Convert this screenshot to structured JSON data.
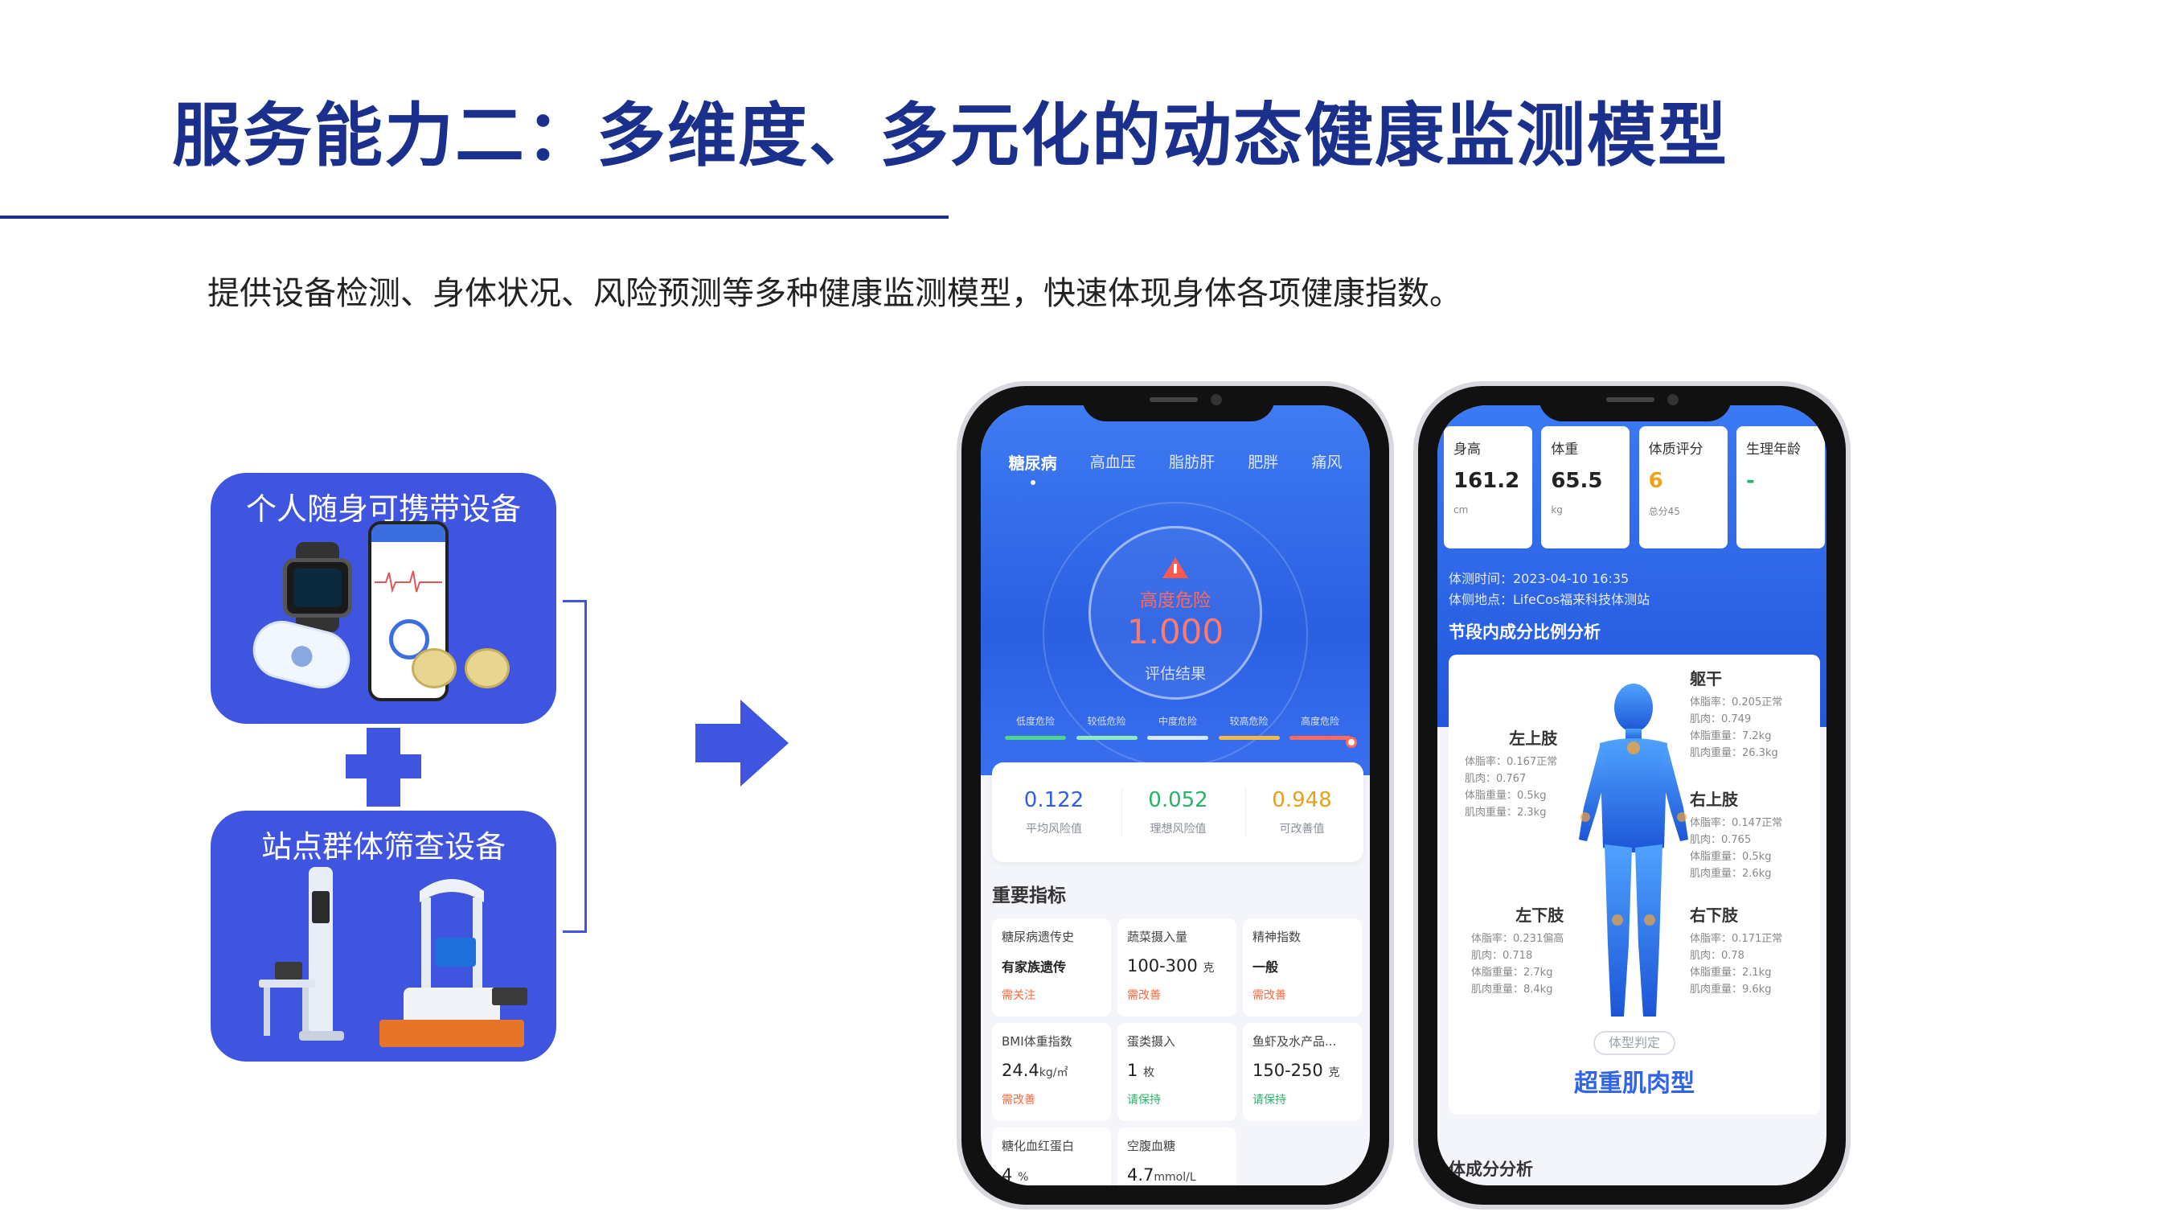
{
  "slide": {
    "title": "服务能力二：多维度、多元化的动态健康监测模型",
    "subtitle": "提供设备检测、身体状况、风险预测等多种健康监测模型，快速体现身体各项健康指数。"
  },
  "devices": {
    "personal_label": "个人随身可携带设备",
    "station_label": "站点群体筛查设备"
  },
  "phone1": {
    "tabs": [
      "糖尿病",
      "高血压",
      "脂肪肝",
      "肥胖",
      "痛风"
    ],
    "risk_label": "高度危险",
    "risk_value": "1.000",
    "eval_label": "评估结果",
    "levels": [
      {
        "label": "低度危险",
        "color": "#4fd48a"
      },
      {
        "label": "较低危险",
        "color": "#8fe8c0"
      },
      {
        "label": "中度危险",
        "color": "#d6e7ff"
      },
      {
        "label": "较高危险",
        "color": "#f2b84a"
      },
      {
        "label": "高度危险",
        "color": "#ff6a5e"
      }
    ],
    "scores": [
      {
        "value": "0.122",
        "label": "平均风险值",
        "color": "#2f5fe0"
      },
      {
        "value": "0.052",
        "label": "理想风险值",
        "color": "#28b36a"
      },
      {
        "value": "0.948",
        "label": "可改善值",
        "color": "#e4a21b"
      }
    ],
    "section_title": "重要指标",
    "indicators": [
      {
        "label": "糖尿病遗传史",
        "value": "有家族遗传",
        "unit": "",
        "status": "需关注",
        "tone": "red"
      },
      {
        "label": "蔬菜摄入量",
        "value": "100-300",
        "unit": "克",
        "status": "需改善",
        "tone": "red"
      },
      {
        "label": "精神指数",
        "value": "一般",
        "unit": "",
        "status": "需改善",
        "tone": "red"
      },
      {
        "label": "BMI体重指数",
        "value": "24.4",
        "unit": "kg/㎡",
        "status": "需改善",
        "tone": "red"
      },
      {
        "label": "蛋类摄入",
        "value": "1",
        "unit": "枚",
        "status": "请保持",
        "tone": "green"
      },
      {
        "label": "鱼虾及水产品...",
        "value": "150-250",
        "unit": "克",
        "status": "请保持",
        "tone": "green"
      },
      {
        "label": "糖化血红蛋白",
        "value": "4",
        "unit": "%",
        "status": "",
        "tone": "red"
      },
      {
        "label": "空腹血糖",
        "value": "4.7",
        "unit": "mmol/L",
        "status": "",
        "tone": "red"
      }
    ]
  },
  "phone2": {
    "cards": [
      {
        "label": "身高",
        "value": "161.2",
        "unit": "cm",
        "tone": "default"
      },
      {
        "label": "体重",
        "value": "65.5",
        "unit": "kg",
        "tone": "default"
      },
      {
        "label": "体质评分",
        "value": "6",
        "unit": "总分45",
        "tone": "orange"
      },
      {
        "label": "生理年龄",
        "value": "-",
        "unit": "",
        "tone": "green"
      }
    ],
    "test_time": "体测时间：2023-04-10 16:35",
    "test_place": "体侧地点：LifeCos福来科技体测站",
    "section_title": "节段内成分比例分析",
    "segments": {
      "trunk": {
        "title": "躯干",
        "lines": [
          "体脂率：0.205正常",
          "肌肉：0.749",
          "体脂重量：7.2kg",
          "肌肉重量：26.3kg"
        ]
      },
      "left_arm": {
        "title": "左上肢",
        "lines": [
          "体脂率：0.167正常",
          "肌肉：0.767",
          "体脂重量：0.5kg",
          "肌肉重量：2.3kg"
        ]
      },
      "right_arm": {
        "title": "右上肢",
        "lines": [
          "体脂率：0.147正常",
          "肌肉：0.765",
          "体脂重量：0.5kg",
          "肌肉重量：2.6kg"
        ]
      },
      "left_leg": {
        "title": "左下肢",
        "lines": [
          "体脂率：0.231偏高",
          "肌肉：0.718",
          "体脂重量：2.7kg",
          "肌肉重量：8.4kg"
        ]
      },
      "right_leg": {
        "title": "右下肢",
        "lines": [
          "体脂率：0.171正常",
          "肌肉：0.78",
          "体脂重量：2.1kg",
          "肌肉重量：9.6kg"
        ]
      }
    },
    "type_label": "体型判定",
    "type_value": "超重肌肉型",
    "section2_title": "体成分分析"
  }
}
